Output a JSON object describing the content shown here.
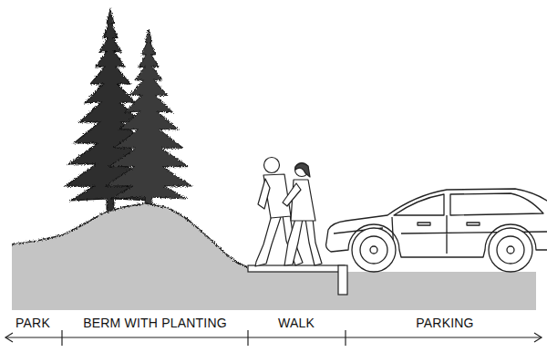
{
  "diagram": {
    "labels": [
      "PARK",
      "BERM WITH PLANTING",
      "WALK",
      "PARKING"
    ]
  }
}
